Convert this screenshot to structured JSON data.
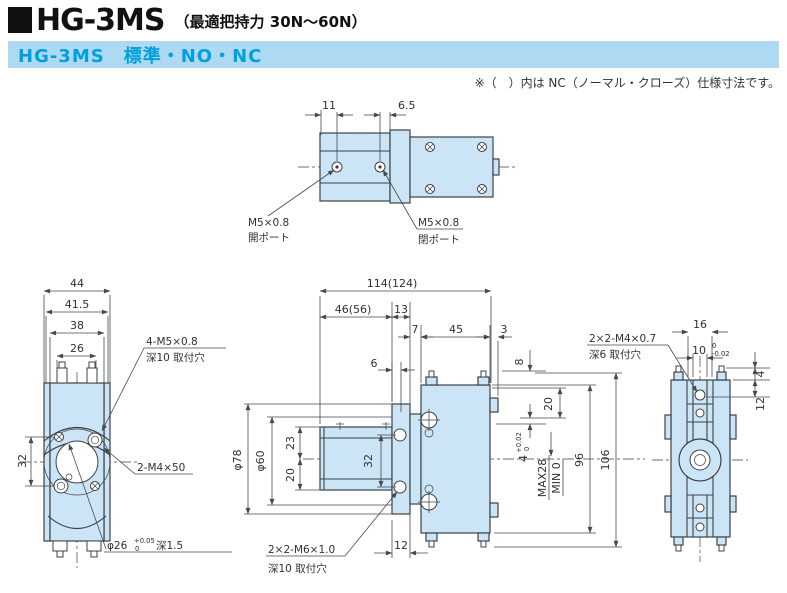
{
  "header": {
    "title": "HG-3MS",
    "subtitle": "（最適把持力 30N～60N）",
    "variant": "HG-3MS　標準・NO・NC",
    "note": "※（　）内は NC（ノーマル・クローズ）仕様寸法です。"
  },
  "colors": {
    "accent_blue": "#00a0dd",
    "bar_bg": "#aed9f2",
    "part_fill": "#cbe5f6",
    "line": "#3d4045"
  },
  "top_view": {
    "dim_11": "11",
    "dim_6_5": "6.5",
    "open_port_line1": "M5×0.8",
    "open_port_line2": "開ポート",
    "close_port_line1": "M5×0.8",
    "close_port_line2": "閉ポート"
  },
  "side_view": {
    "dim_44": "44",
    "dim_41_5": "41.5",
    "dim_38": "38",
    "dim_26": "26",
    "dim_32": "32",
    "mount_label_line1": "4-M5×0.8",
    "mount_label_line2": "深10 取付穴",
    "screw_label": "2-M4×50",
    "bore_label": "φ26",
    "bore_tol_top": "+0.05",
    "bore_tol_bottom": "0",
    "bore_suffix": "深1.5"
  },
  "front_view": {
    "dim_total": "114(124)",
    "dim_46": "46(56)",
    "dim_13": "13",
    "dim_7": "7",
    "dim_45": "45",
    "dim_3": "3",
    "dim_6": "6",
    "dim_phi78": "φ78",
    "dim_phi60": "φ60",
    "dim_23": "23",
    "dim_20_left": "20",
    "dim_32": "32",
    "dim_8": "8",
    "dim_20_right": "20",
    "dim_4": "4",
    "dim_4_tol_top": "+0.02",
    "dim_4_tol_bottom": "0",
    "stroke_max": "MAX28",
    "stroke_min": "MIN 0",
    "dim_96": "96",
    "dim_106": "106",
    "dim_12": "12",
    "mount_label_line1": "2×2-M6×1.0",
    "mount_label_line2": "深10 取付穴"
  },
  "end_view": {
    "dim_16": "16",
    "dim_10": "10",
    "dim_10_tol_top": "0",
    "dim_10_tol_bottom": "-0.02",
    "dim_4": "4",
    "dim_12": "12",
    "mount_label_line1": "2×2-M4×0.7",
    "mount_label_line2": "深6 取付穴"
  }
}
